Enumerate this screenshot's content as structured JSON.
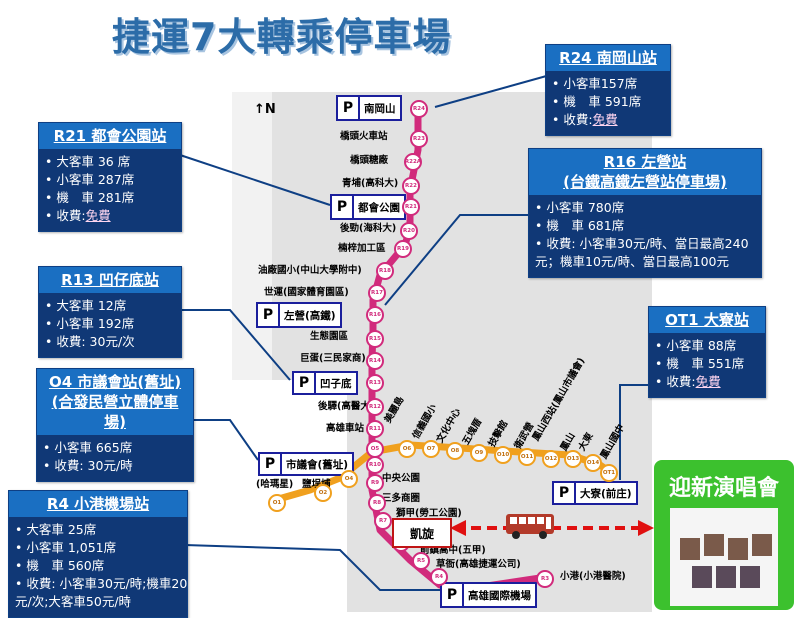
{
  "title": "捷運7大轉乘停車場",
  "north_label": "N",
  "panels": {
    "r24": {
      "title": "R24 南岡山站",
      "lines": [
        "小客車157席",
        "機　車 591席"
      ],
      "fee_label": "收費:",
      "fee_value": "免費"
    },
    "r21": {
      "title": "R21 都會公園站",
      "lines": [
        "大客車 36 席",
        "小客車 287席",
        "機　車 281席"
      ],
      "fee_label": "收費:",
      "fee_value": "免費"
    },
    "r16": {
      "title1": "R16 左營站",
      "title2": "(台鐵高鐵左營站停車場)",
      "lines": [
        "小客車 780席",
        "機　車 681席",
        "收費: 小客車30元/時、當日最高240",
        "元；機車10元/時、當日最高100元"
      ]
    },
    "r13": {
      "title": "R13 凹仔底站",
      "lines": [
        "大客車 12席",
        "小客車 192席",
        "收費: 30元/次"
      ]
    },
    "ot1": {
      "title": "OT1 大寮站",
      "lines": [
        "小客車 88席",
        "機　車 551席"
      ],
      "fee_label": "收費:",
      "fee_value": "免費"
    },
    "o4": {
      "title1": "O4 市議會站(舊址)",
      "title2": "(合發民營立體停車場)",
      "lines": [
        "小客車 665席",
        "收費: 30元/時"
      ]
    },
    "r4": {
      "title": "R4 小港機場站",
      "lines": [
        "大客車 25席",
        "小客車 1,051席",
        "機　車 560席",
        "收費: 小客車30元/時;機車20",
        "元/次;大客車50元/時"
      ]
    }
  },
  "parking_boxes": {
    "gangshan": {
      "p": "P",
      "name": "南岡山"
    },
    "metro_park": {
      "p": "P",
      "name": "都會公園"
    },
    "zuoying": {
      "p": "P",
      "name": "左營(高鐵)"
    },
    "aozihdi": {
      "p": "P",
      "name": "凹子底"
    },
    "council": {
      "p": "P",
      "name": "市議會(舊址)"
    },
    "daliao": {
      "p": "P",
      "name": "大寮(前庄)"
    },
    "airport": {
      "p": "P",
      "name": "高雄國際機場"
    }
  },
  "stations_red": [
    "橋頭火車站",
    "橋頭糖廠",
    "青埔(高科大)",
    "後勁(海科大)",
    "楠梓加工區",
    "油廠國小(中山大學附中)",
    "世運(國家體育園區)",
    "生態園區",
    "巨蛋(三民家商)",
    "後驛(高醫大)",
    "高雄車站",
    "中央公園",
    "三多商圈",
    "獅甲(勞工公園)",
    "前鎮高中(五甲)",
    "草衙(高雄捷運公司)",
    "小港(小港醫院)"
  ],
  "stations_orange": [
    "美麗島",
    "信義國小",
    "文化中心",
    "五塊厝",
    "技擊館",
    "衛武營",
    "鳳山西站(鳳山市議會)",
    "鳳山",
    "大東",
    "鳳山國中",
    "(哈瑪星)",
    "鹽埕埔"
  ],
  "codes": [
    "R24",
    "R23",
    "R22A",
    "R22",
    "R21",
    "R20",
    "R19",
    "R18",
    "R17",
    "R16",
    "R15",
    "R14",
    "R13",
    "R12",
    "R11",
    "O5",
    "R10",
    "R9",
    "R8",
    "R7",
    "R6",
    "R5",
    "R4",
    "R3",
    "O1",
    "O2",
    "O4",
    "O6",
    "O7",
    "O8",
    "O9",
    "O10",
    "O11",
    "O12",
    "O13",
    "O14",
    "OT1"
  ],
  "kaixuan": "凱旋",
  "concert": {
    "title": "迎新演唱會"
  },
  "colors": {
    "red_line": "#d12b7c",
    "orange_line": "#f0a01e",
    "panel_header": "#1a6fc2",
    "panel_body": "#103876",
    "concert": "#3cc12e"
  }
}
